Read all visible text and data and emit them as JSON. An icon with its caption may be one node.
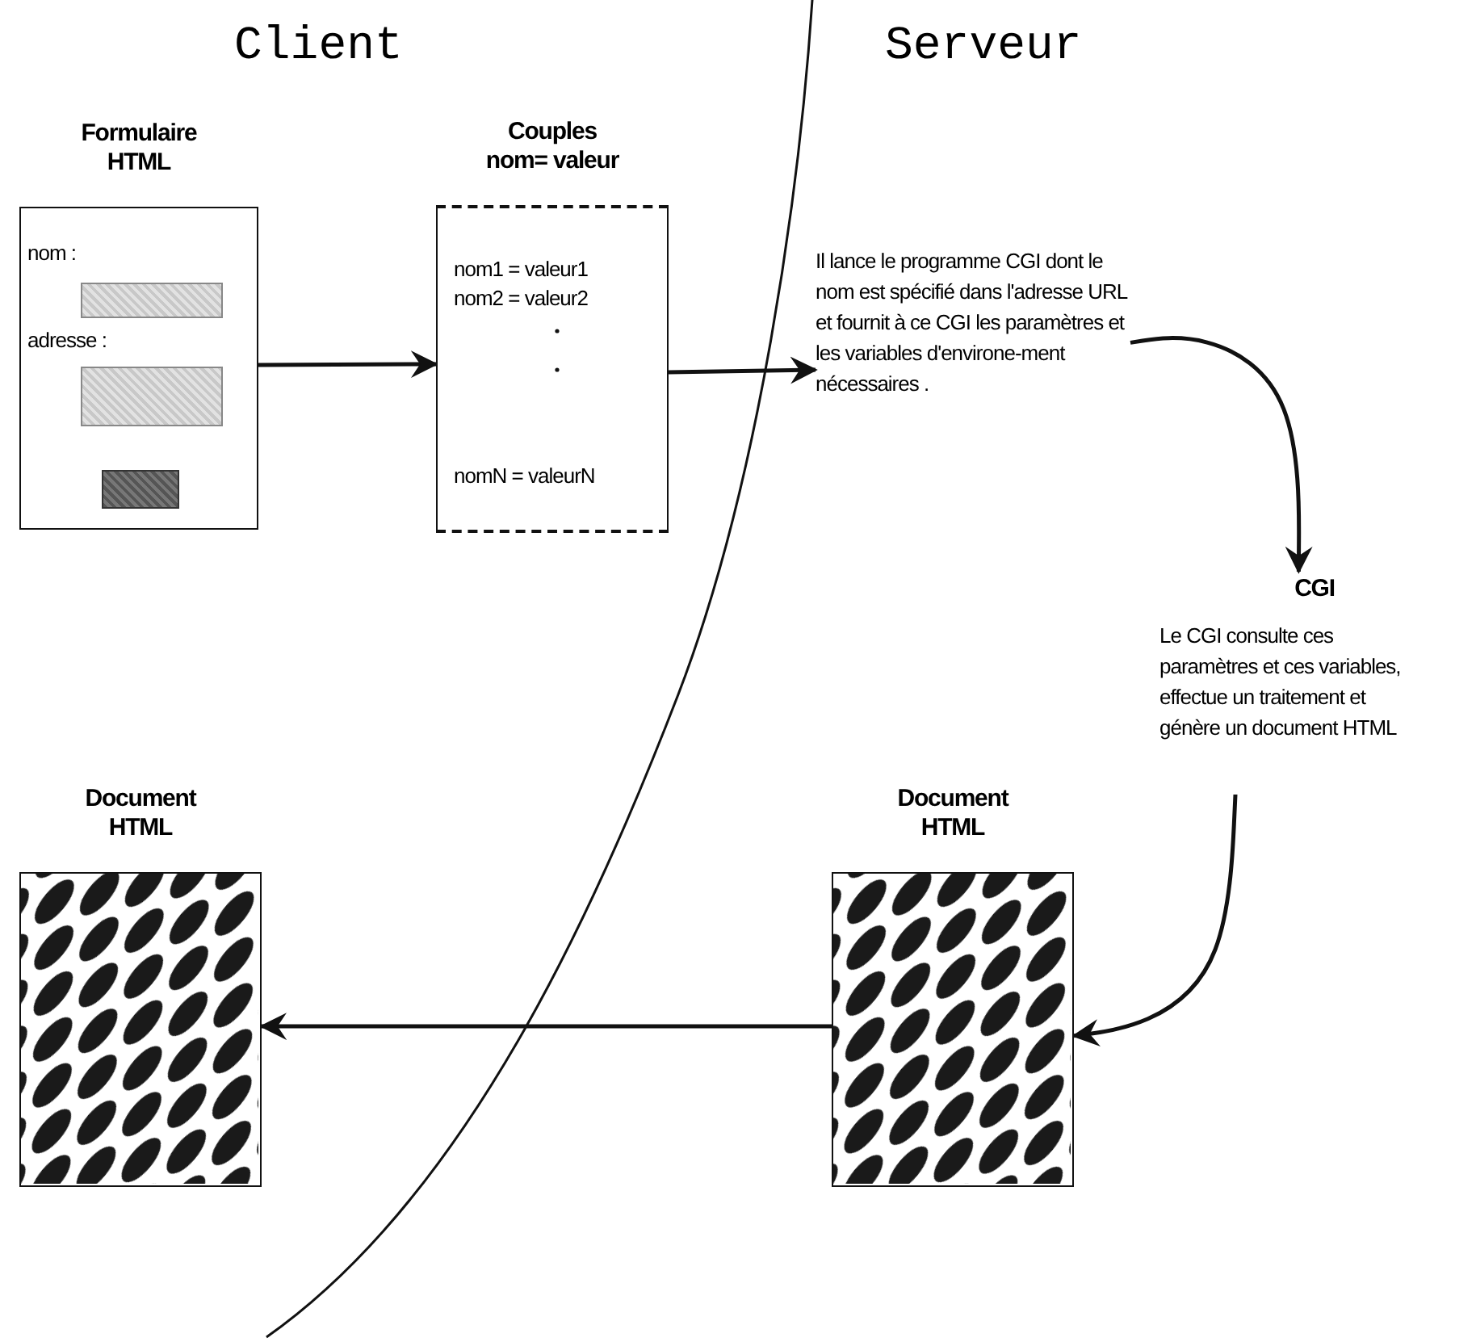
{
  "diagram": {
    "nodes": [
      {
        "text": [
          "Formulaire HTML",
          "nom :",
          "adresse :"
        ]
      },
      {
        "text": [
          "Couples nom= valeur",
          "nom1 = valeur1",
          "nom2 = valeur2",
          "nomN = valeurN"
        ]
      },
      {
        "text": [
          "Il lance le programme CGI dont le nom est spécifié dans l'adresse URL et fournit à ce CGI les paramètres et les variables d'environe-ment nécessaires ."
        ]
      },
      {
        "text": [
          "CGI",
          "Le CGI consulte ces paramètres et ces variables, effectue un traitement et génère un document HTML"
        ]
      },
      {
        "text": [
          "Document HTML"
        ]
      },
      {
        "text": [
          "Document HTML"
        ]
      }
    ],
    "edges": [
      {
        "from": 0,
        "to": 1,
        "arrow": "to"
      },
      {
        "from": 1,
        "to": 2,
        "arrow": "to"
      },
      {
        "from": 2,
        "to": 3,
        "arrow": "to"
      },
      {
        "from": 3,
        "to": 4,
        "arrow": "to"
      },
      {
        "from": 4,
        "to": 5,
        "arrow": "to"
      }
    ],
    "labels": [
      "Client",
      "Serveur"
    ]
  }
}
